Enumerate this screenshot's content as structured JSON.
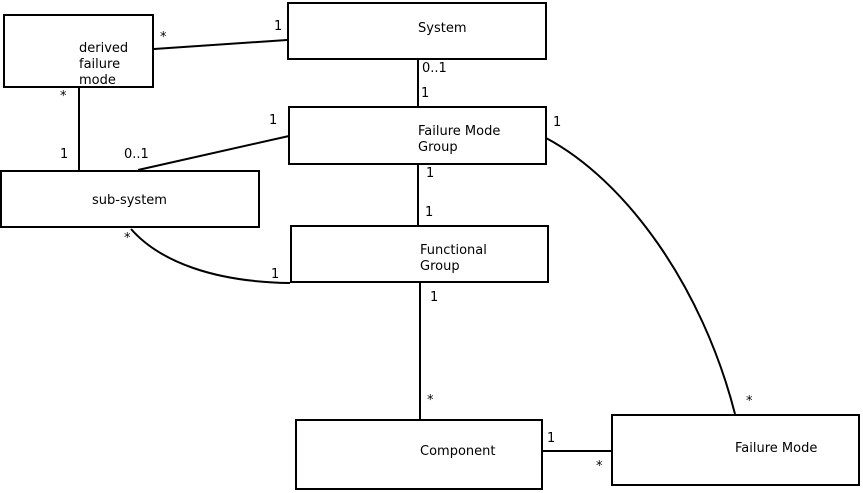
{
  "diagram": {
    "kind": "uml-class-diagram",
    "colors": {
      "background": "#ffffff",
      "line": "#000000",
      "text": "#000000"
    },
    "entities": [
      {
        "id": "derived-failure-mode",
        "label": "derived\nfailure\nmode"
      },
      {
        "id": "system",
        "label": "System"
      },
      {
        "id": "failure-mode-group",
        "label": "Failure Mode\nGroup"
      },
      {
        "id": "sub-system",
        "label": "sub-system"
      },
      {
        "id": "functional-group",
        "label": "Functional\nGroup"
      },
      {
        "id": "component",
        "label": "Component"
      },
      {
        "id": "failure-mode",
        "label": "Failure Mode"
      }
    ],
    "relationships": [
      {
        "from": "System",
        "to": "derived failure mode",
        "from_mult": "1",
        "to_mult": "*"
      },
      {
        "from": "System",
        "to": "Failure Mode Group",
        "from_mult": "0..1",
        "to_mult": "1"
      },
      {
        "from": "derived failure mode",
        "to": "sub-system",
        "from_mult": "*",
        "to_mult": "1"
      },
      {
        "from": "Failure Mode Group",
        "to": "sub-system",
        "from_mult": "1",
        "to_mult": "0..1"
      },
      {
        "from": "Failure Mode Group",
        "to": "Functional Group",
        "from_mult": "1",
        "to_mult": "1"
      },
      {
        "from": "sub-system",
        "to": "Functional Group",
        "from_mult": "*",
        "to_mult": "1"
      },
      {
        "from": "Functional Group",
        "to": "Component",
        "from_mult": "1",
        "to_mult": "*"
      },
      {
        "from": "Component",
        "to": "Failure Mode",
        "from_mult": "1",
        "to_mult": "*"
      },
      {
        "from": "Failure Mode Group",
        "to": "Failure Mode",
        "from_mult": "1",
        "to_mult": "*"
      }
    ]
  }
}
